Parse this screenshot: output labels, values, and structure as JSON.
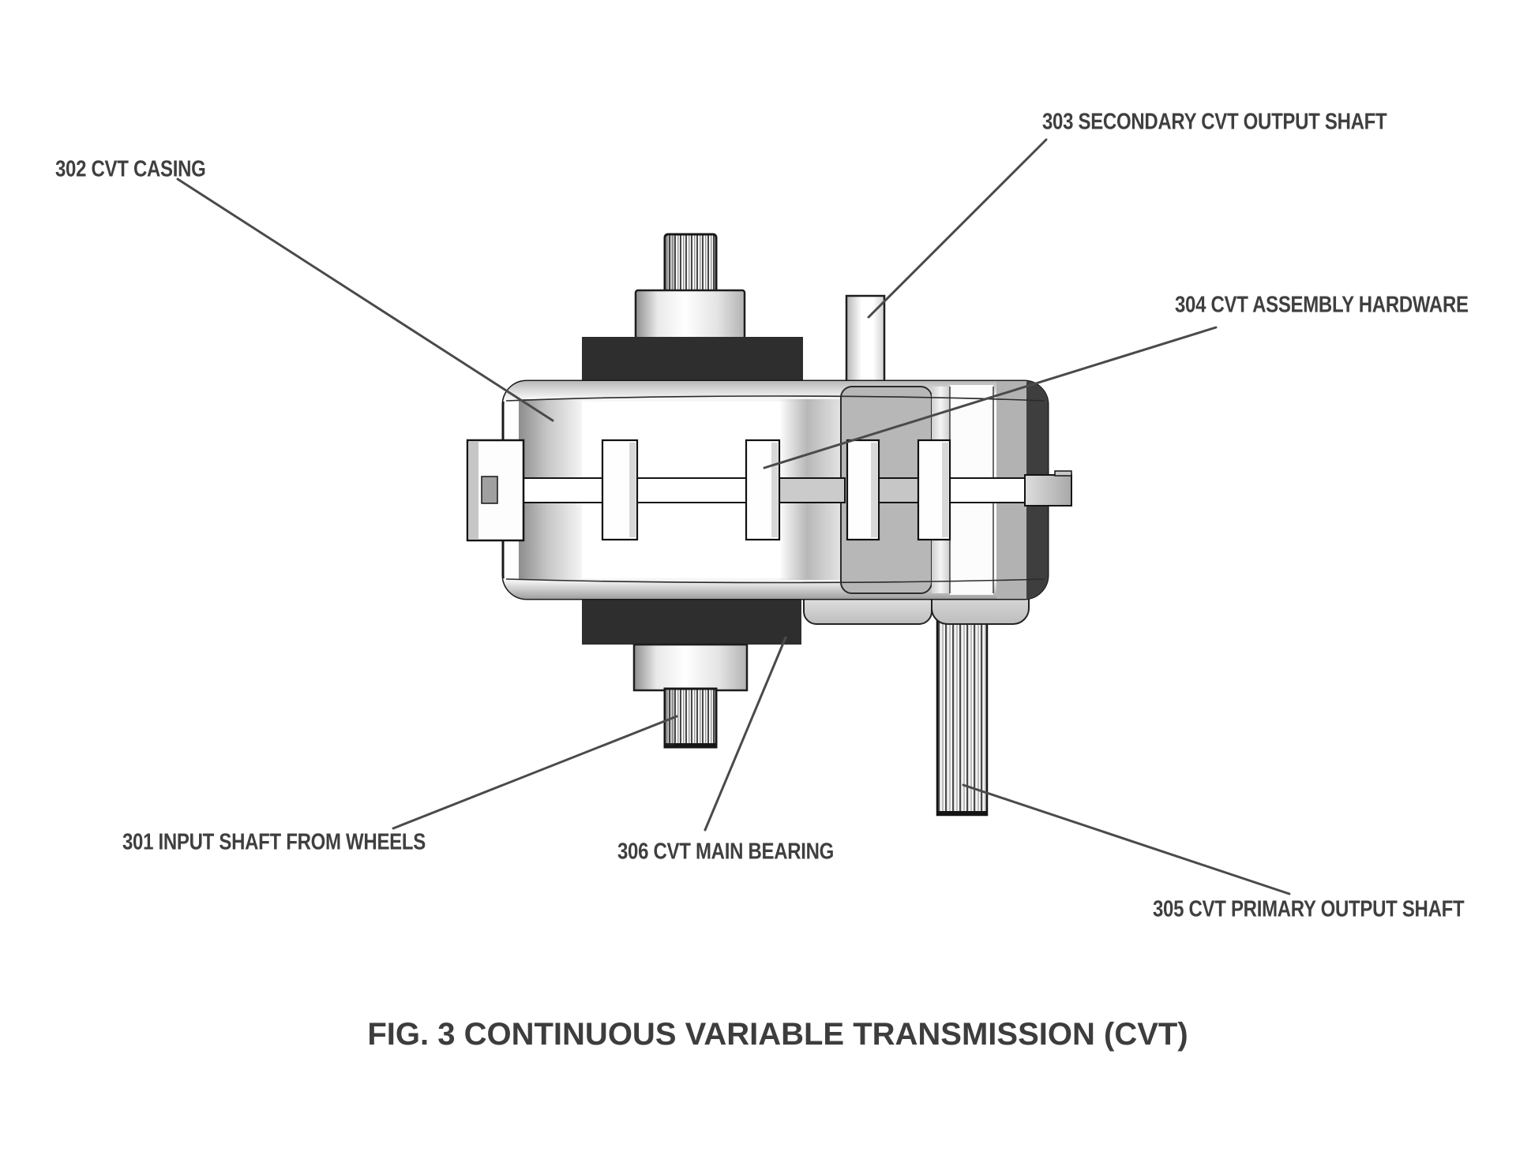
{
  "figure": {
    "caption": "FIG. 3 CONTINUOUS VARIABLE TRANSMISSION (CVT)",
    "figure_number": "FIG. 3",
    "subject": "Continuous Variable Transmission (CVT)",
    "style": "patent-line-drawing",
    "colors": {
      "background": "#ffffff",
      "ink_outline": "#1b1b1b",
      "leader_line": "#4a4a4a",
      "label_text": "#3f3f3f",
      "bearing_black": "#2e2e2e",
      "shading_gray": "#b7b7b7"
    }
  },
  "parts": [
    {
      "ref": "301",
      "label": "301 INPUT SHAFT FROM WHEELS"
    },
    {
      "ref": "302",
      "label": "302 CVT CASING"
    },
    {
      "ref": "303",
      "label": "303 SECONDARY CVT OUTPUT SHAFT"
    },
    {
      "ref": "304",
      "label": "304 CVT ASSEMBLY HARDWARE"
    },
    {
      "ref": "305",
      "label": "305 CVT PRIMARY OUTPUT SHAFT"
    },
    {
      "ref": "306",
      "label": "306 CVT MAIN BEARING"
    }
  ]
}
